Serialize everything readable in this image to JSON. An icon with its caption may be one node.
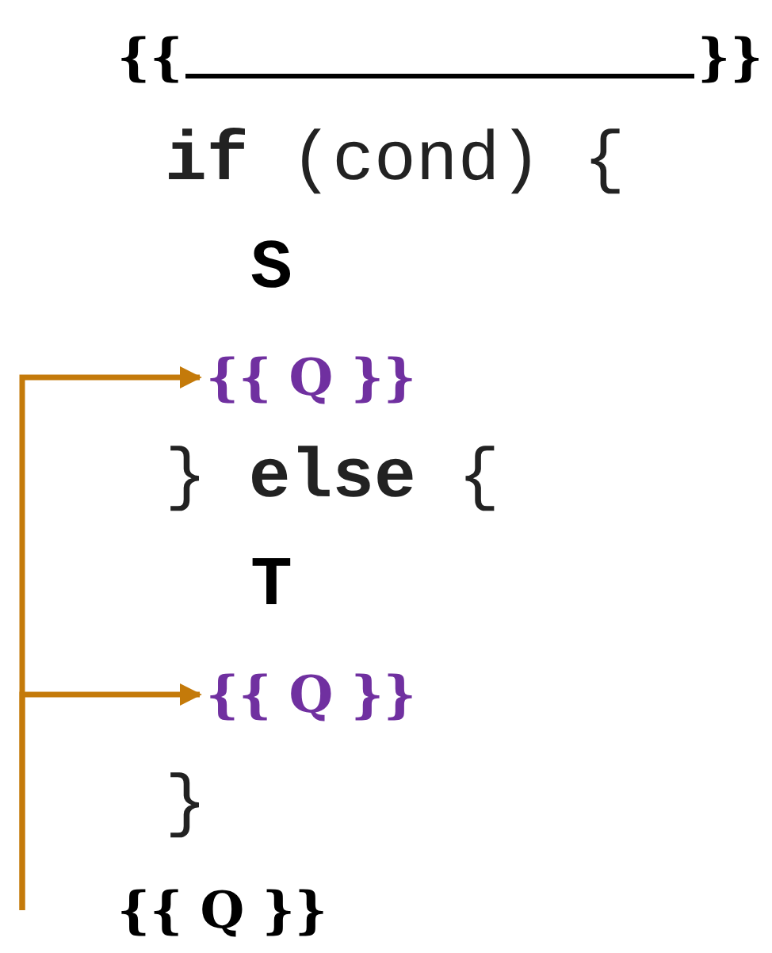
{
  "diagram": {
    "nodes": [
      {
        "text": [
          "{{ Q }}"
        ]
      },
      {
        "text": [
          "{{ Q }}"
        ]
      },
      {
        "text": [
          "{{ Q }}"
        ]
      }
    ],
    "edges": [
      {
        "from": 2,
        "to": 0,
        "arrow": "to"
      },
      {
        "from": 2,
        "to": 1,
        "arrow": "to"
      }
    ],
    "labels": [
      "{{",
      "}}",
      "**if** (cond) {",
      "S",
      "} **else** {",
      "T",
      "}"
    ]
  }
}
